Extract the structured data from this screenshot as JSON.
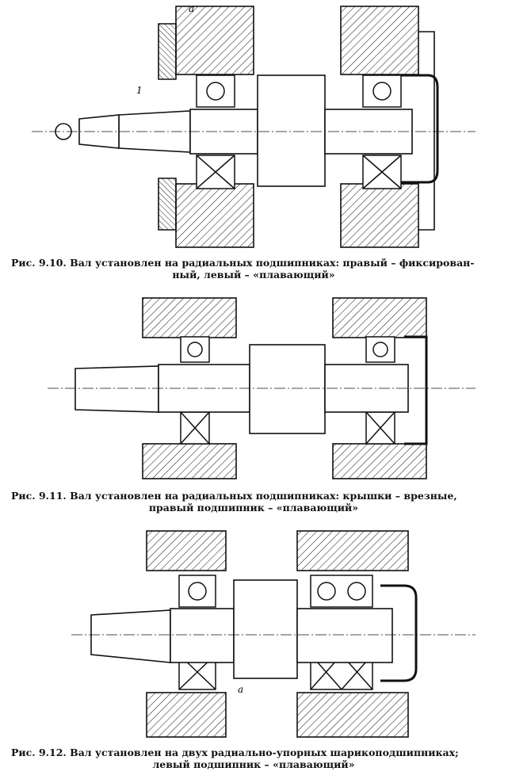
{
  "figures": [
    {
      "id": "9.10",
      "caption_line1": "Рис. 9.10. Вал установлен на радиальных подшипниках: правый – фиксирован-",
      "caption_line2": "ный, левый – «плавающий»",
      "callouts": [
        "a",
        "1"
      ]
    },
    {
      "id": "9.11",
      "caption_line1": "Рис. 9.11. Вал установлен на радиальных подшипниках: крышки – врезные,",
      "caption_line2": "правый подшипник – «плавающий»",
      "callouts": []
    },
    {
      "id": "9.12",
      "caption_line1": "Рис. 9.12. Вал установлен на двух радиально-упорных шарикоподшипниках;",
      "caption_line2": "левый подшипник – «плавающий»",
      "callouts": [
        "a"
      ]
    }
  ],
  "colors": {
    "ink": "#111111",
    "paper": "#ffffff",
    "hatch": "#222222"
  }
}
